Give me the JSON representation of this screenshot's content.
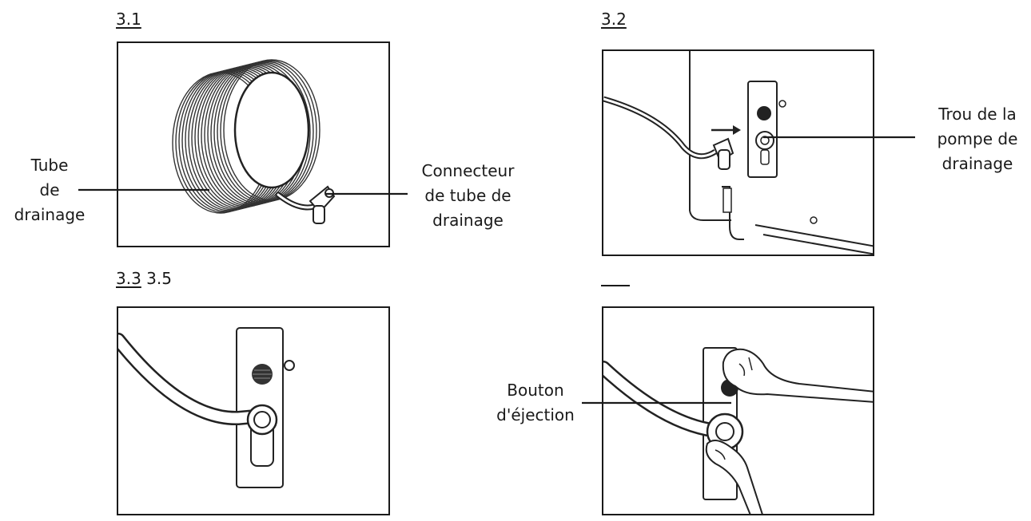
{
  "steps": {
    "s31": "3.1",
    "s32": "3.2",
    "s33": "3.3",
    "s35": "3.5"
  },
  "labels": {
    "tube_line1": "Tube",
    "tube_line2": "de",
    "tube_line3": "drainage",
    "connector_line1": "Connecteur",
    "connector_line2": "de tube de",
    "connector_line3": "drainage",
    "pump_line1": "Trou de la",
    "pump_line2": "pompe de",
    "pump_line3": "drainage",
    "eject_line1": "Bouton",
    "eject_line2": "d'éjection"
  }
}
